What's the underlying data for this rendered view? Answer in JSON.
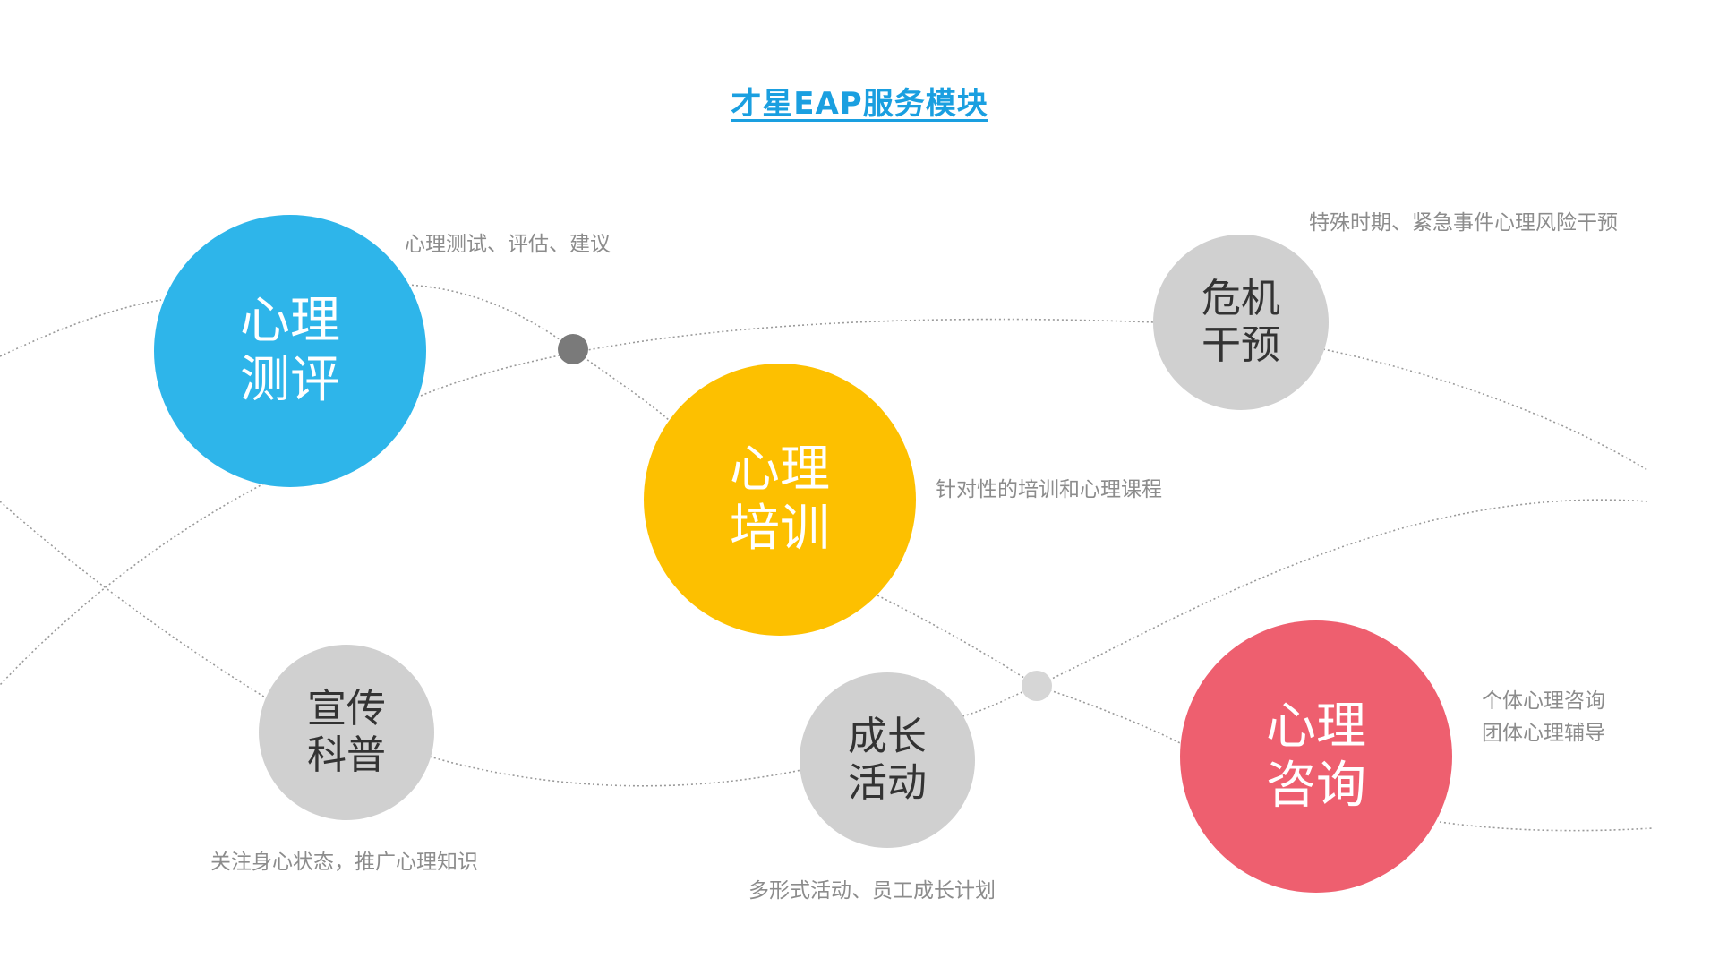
{
  "title": "才星EAP服务模块",
  "colors": {
    "title": "#1a9fe0",
    "assessment": "#2eb5ea",
    "training": "#fdc000",
    "counseling": "#ee5f6f",
    "gray_node": "#d0d0d0",
    "connector_dot_dark": "#7a7a7a",
    "connector_dot_light": "#d6d6d6",
    "description_text": "#8c8c8c"
  },
  "modules": {
    "assessment": {
      "line1": "心理",
      "line2": "测评",
      "description": "心理测试、评估、建议"
    },
    "training": {
      "line1": "心理",
      "line2": "培训",
      "description": "针对性的培训和心理课程"
    },
    "crisis": {
      "line1": "危机",
      "line2": "干预",
      "description": "特殊时期、紧急事件心理风险干预"
    },
    "promotion": {
      "line1": "宣传",
      "line2": "科普",
      "description": "关注身心状态，推广心理知识"
    },
    "growth": {
      "line1": "成长",
      "line2": "活动",
      "description": "多形式活动、员工成长计划"
    },
    "counseling": {
      "line1": "心理",
      "line2": "咨询",
      "description_line1": "个体心理咨询",
      "description_line2": "团体心理辅导"
    }
  }
}
